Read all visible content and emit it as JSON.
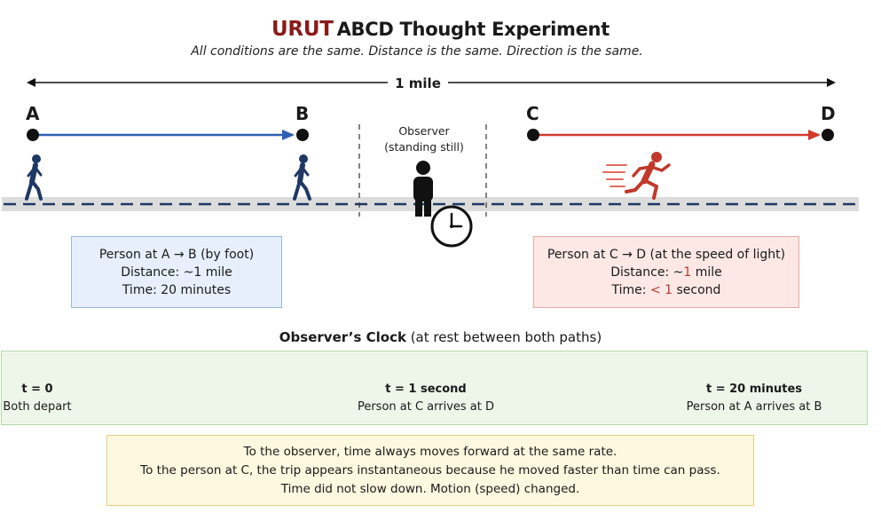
{
  "header": {
    "brand": "URUT",
    "title": "ABCD Thought Experiment",
    "subtitle": "All conditions are the same. Distance is the same. Direction is the same."
  },
  "distance_label": "1 mile",
  "points": {
    "a": "A",
    "b": "B",
    "c": "C",
    "d": "D"
  },
  "observer": {
    "line1": "Observer",
    "line2": "(standing still)"
  },
  "box_ab": {
    "line1": "Person at A → B (by foot)",
    "line2": "Distance: ~1 mile",
    "line3": "Time: 20 minutes"
  },
  "box_cd": {
    "line1": "Person at C → D (at the speed of light)",
    "line2_prefix": "Distance: ~",
    "line2_value": "1",
    "line2_suffix": " mile",
    "line3_prefix": "Time: ",
    "line3_value": "< 1",
    "line3_suffix": " second"
  },
  "clock": {
    "title_bold": "Observer’s Clock",
    "title_rest": " (at rest between both paths)",
    "ticks": [
      {
        "label": "t = 0",
        "caption": "Both depart"
      },
      {
        "label": "t = 1 second",
        "caption": "Person at C arrives at D"
      },
      {
        "label": "t = 20 minutes",
        "caption": "Person at A arrives at B"
      }
    ]
  },
  "note": {
    "line1": "To the observer, time always moves forward at the same rate.",
    "line2": "To the person at C, the trip appears instantaneous because he moved faster than time can pass.",
    "line3": "Time did not slow down. Motion (speed) changed."
  },
  "colors": {
    "brand": "#8b1a1a",
    "walk_arrow": "#2f5fb3",
    "light_arrow": "#d23b2e",
    "walker": "#1f3864",
    "runner": "#c0392b"
  },
  "icons": [
    "walking-person-icon",
    "standing-observer-icon",
    "clock-icon",
    "running-person-icon"
  ]
}
